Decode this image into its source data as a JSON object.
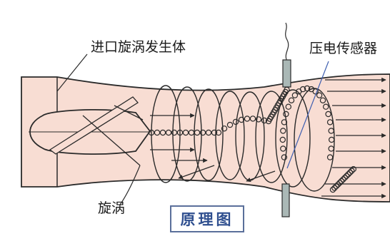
{
  "labels": {
    "inlet_swirler": "进口旋涡发生体",
    "piezo_sensor": "压电传感器",
    "vortex": "旋涡"
  },
  "caption": "原理图",
  "colors": {
    "body_fill": "#f8ddd3",
    "flow_line": "#2a2a2a",
    "sensor_fill": "#aab8b6",
    "caption_border": "#5a6f9a",
    "caption_text": "#2f4f8f",
    "leader_line": "#3f5fb0"
  }
}
